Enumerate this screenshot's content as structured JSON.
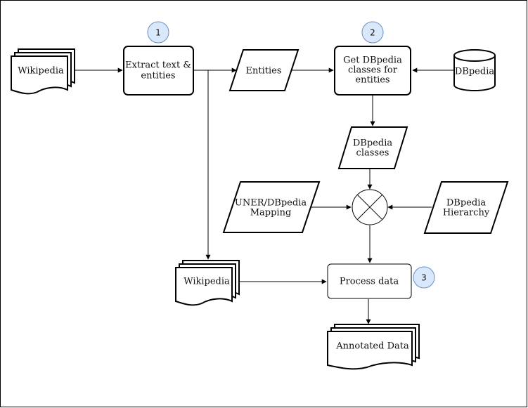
{
  "nodes": {
    "wikipedia_top": {
      "label": "Wikipedia"
    },
    "extract": {
      "line1": "Extract text &",
      "line2": "entities"
    },
    "entities": {
      "label": "Entities"
    },
    "get_classes": {
      "line1": "Get DBpedia",
      "line2": "classes for",
      "line3": "entities"
    },
    "dbpedia_db": {
      "label": "DBpedia"
    },
    "dbpedia_classes": {
      "line1": "DBpedia",
      "line2": "classes"
    },
    "mapping": {
      "line1": "UNER/DBpedia",
      "line2": "Mapping"
    },
    "hierarchy": {
      "line1": "DBpedia",
      "line2": "Hierarchy"
    },
    "wikipedia_bottom": {
      "label": "Wikipedia"
    },
    "process": {
      "label": "Process data"
    },
    "annotated": {
      "label": "Annotated Data"
    }
  },
  "badges": {
    "step1": "1",
    "step2": "2",
    "step3": "3"
  },
  "colors": {
    "badge_fill": "#dae8fc",
    "badge_stroke": "#6c8ebf",
    "stroke": "#000000",
    "background": "#ffffff"
  }
}
